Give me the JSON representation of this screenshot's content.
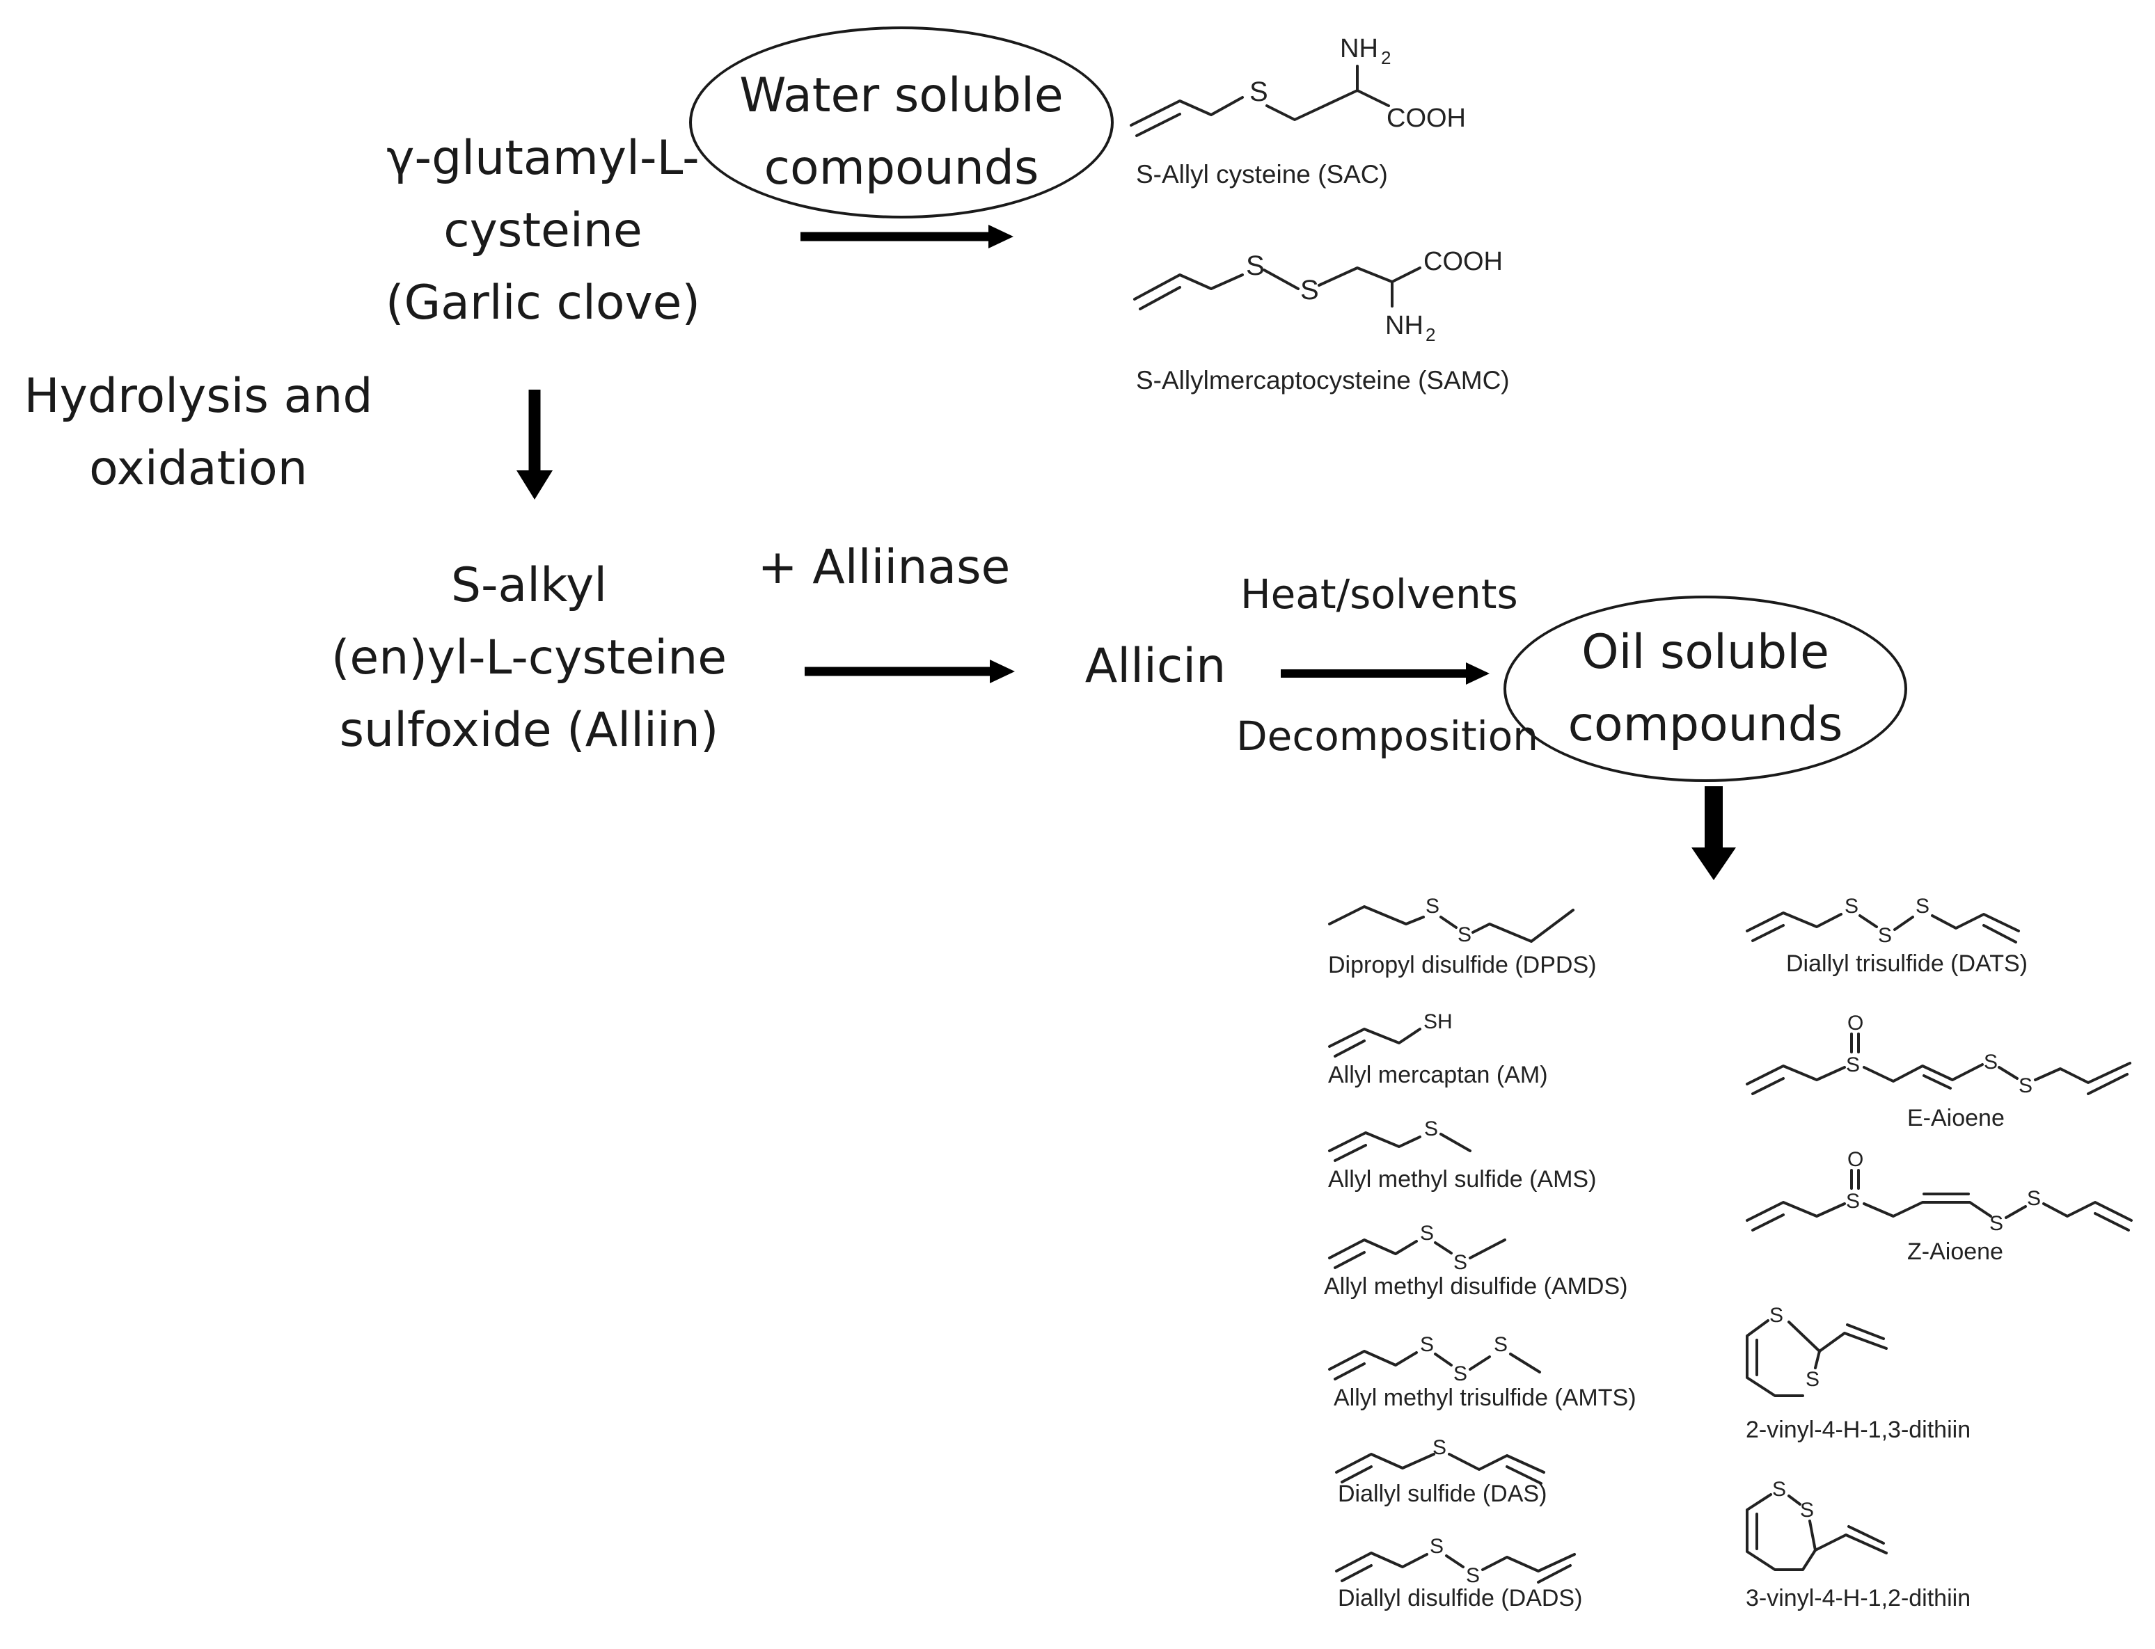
{
  "nodes": {
    "gamma": [
      "γ-glutamyl-L-",
      "cysteine",
      "(Garlic clove)"
    ],
    "hydrolysis": [
      "Hydrolysis and",
      "oxidation"
    ],
    "alliin": [
      "S-alkyl",
      "(en)yl-L-cysteine",
      "sulfoxide (Alliin)"
    ],
    "alliinase": "+ Alliinase",
    "allicin": "Allicin",
    "heat": "Heat/solvents",
    "decomposition": "Decomposition",
    "water": [
      "Water soluble",
      "compounds"
    ],
    "oil": [
      "Oil soluble",
      "compounds"
    ]
  },
  "water_compounds": {
    "sac": "S-Allyl cysteine (SAC)",
    "samc": "S-Allylmercaptocysteine (SAMC)"
  },
  "oil_compounds": {
    "dpds": "Dipropyl disulfide (DPDS)",
    "am": "Allyl mercaptan (AM)",
    "ams": "Allyl methyl sulfide (AMS)",
    "amds": "Allyl methyl disulfide (AMDS)",
    "amts": "Allyl methyl trisulfide (AMTS)",
    "das": "Diallyl sulfide (DAS)",
    "dads": "Diallyl disulfide (DADS)",
    "dats": "Diallyl trisulfide (DATS)",
    "e_ajoene": "E-Aioene",
    "z_ajoene": "Z-Aioene",
    "vinyl13": "2-vinyl-4-H-1,3-dithiin",
    "vinyl12": "3-vinyl-4-H-1,2-dithiin"
  },
  "atoms": {
    "S": "S",
    "SH": "SH",
    "O": "O",
    "COOH": "COOH",
    "NH": "NH",
    "sub2": "2"
  }
}
